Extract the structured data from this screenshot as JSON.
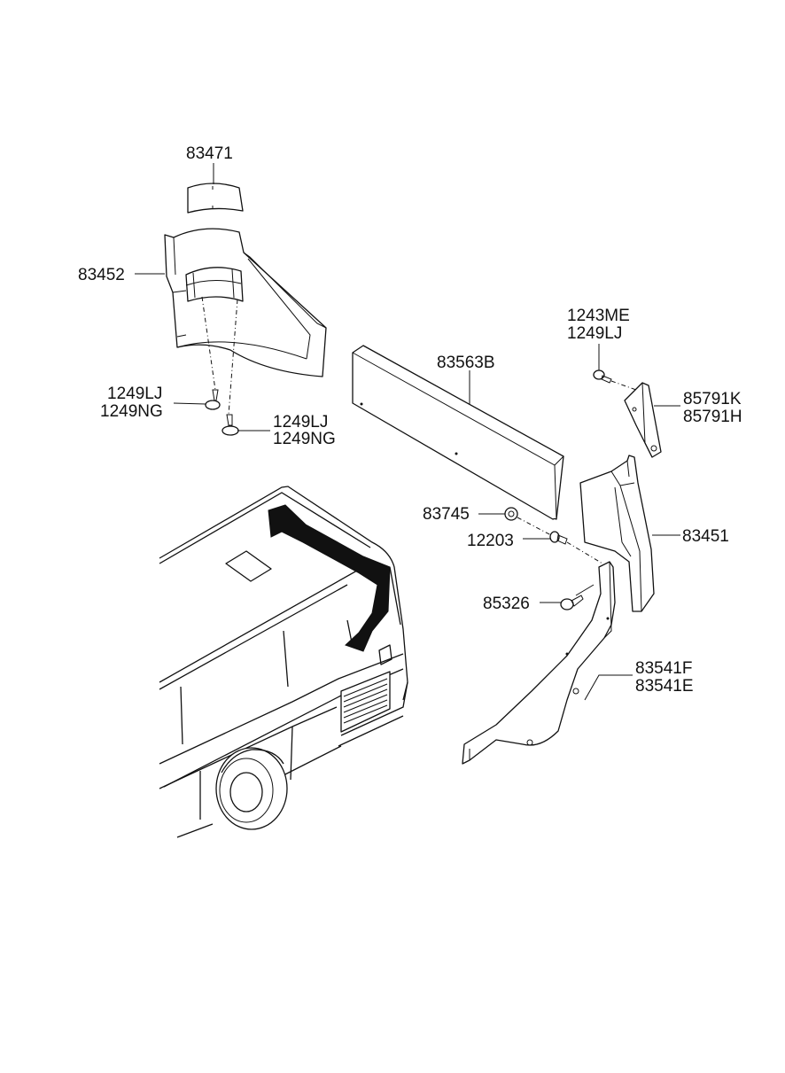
{
  "labels": {
    "p83471": "83471",
    "p83452": "83452",
    "p1249lj_a": "1249LJ",
    "p1249ng_a": "1249NG",
    "p1249lj_b": "1249LJ",
    "p1249ng_b": "1249NG",
    "p83563b": "83563B",
    "p1243me": "1243ME",
    "p1249lj_c": "1249LJ",
    "p85791k": "85791K",
    "p85791h": "85791H",
    "p83745": "83745",
    "p12203": "12203",
    "p83451": "83451",
    "p85326": "85326",
    "p83541f": "83541F",
    "p83541e": "83541E"
  }
}
